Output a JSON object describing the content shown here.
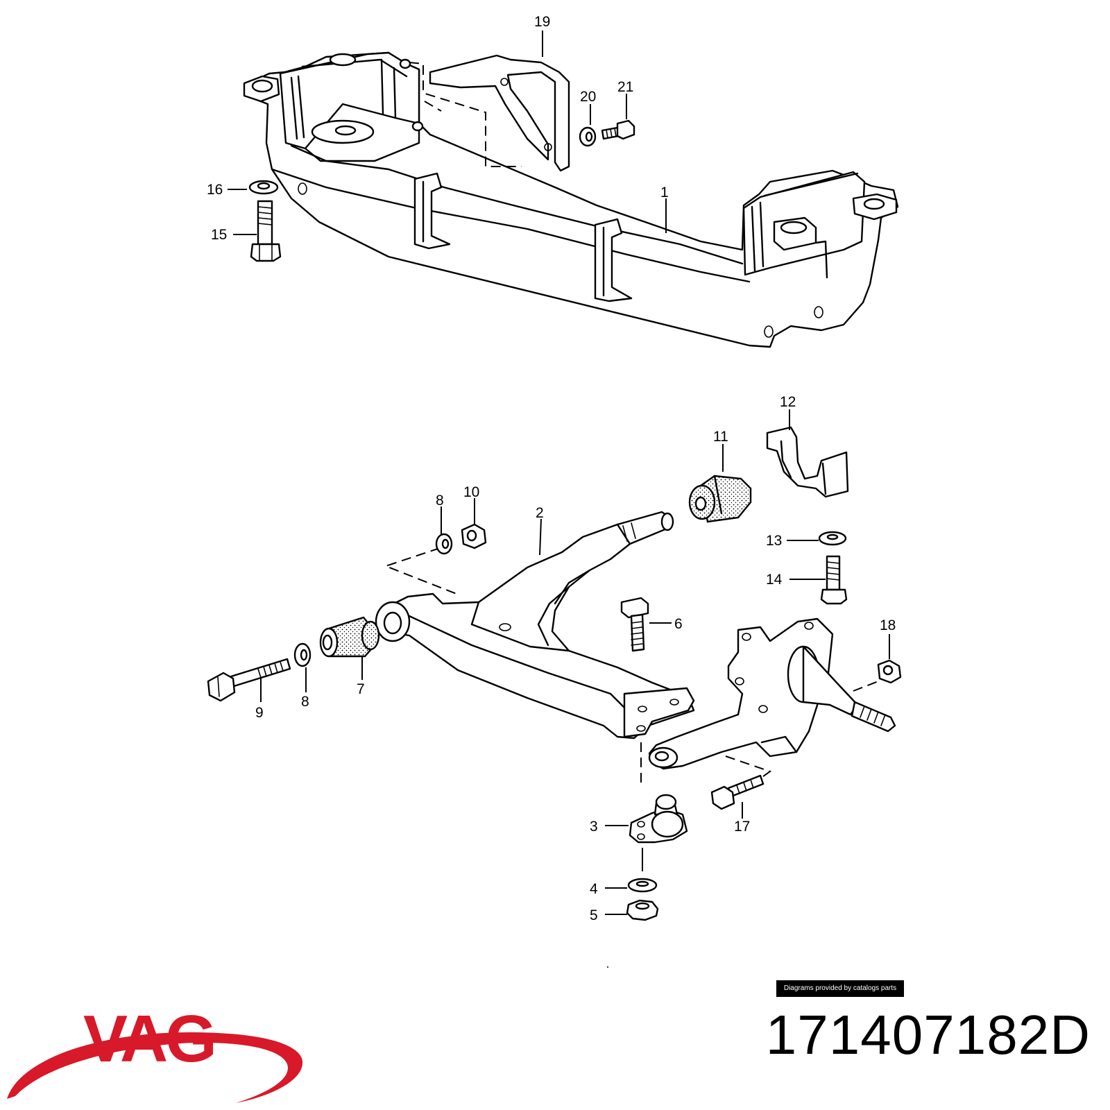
{
  "diagram": {
    "callouts": [
      {
        "id": "c1",
        "label": "1"
      },
      {
        "id": "c2",
        "label": "2"
      },
      {
        "id": "c3",
        "label": "3"
      },
      {
        "id": "c4",
        "label": "4"
      },
      {
        "id": "c5",
        "label": "5"
      },
      {
        "id": "c6",
        "label": "6"
      },
      {
        "id": "c7",
        "label": "7"
      },
      {
        "id": "c8a",
        "label": "8"
      },
      {
        "id": "c8b",
        "label": "8"
      },
      {
        "id": "c9",
        "label": "9"
      },
      {
        "id": "c10",
        "label": "10"
      },
      {
        "id": "c11",
        "label": "11"
      },
      {
        "id": "c12",
        "label": "12"
      },
      {
        "id": "c13",
        "label": "13"
      },
      {
        "id": "c14",
        "label": "14"
      },
      {
        "id": "c15",
        "label": "15"
      },
      {
        "id": "c16",
        "label": "16"
      },
      {
        "id": "c17",
        "label": "17"
      },
      {
        "id": "c18",
        "label": "18"
      },
      {
        "id": "c19",
        "label": "19"
      },
      {
        "id": "c20",
        "label": "20"
      },
      {
        "id": "c21",
        "label": "21"
      }
    ]
  },
  "footer": {
    "credit": "Diagrams provided by catalogs parts",
    "brand": "VAG",
    "brand_color": "#d7192a",
    "part_number": "171407182D"
  }
}
